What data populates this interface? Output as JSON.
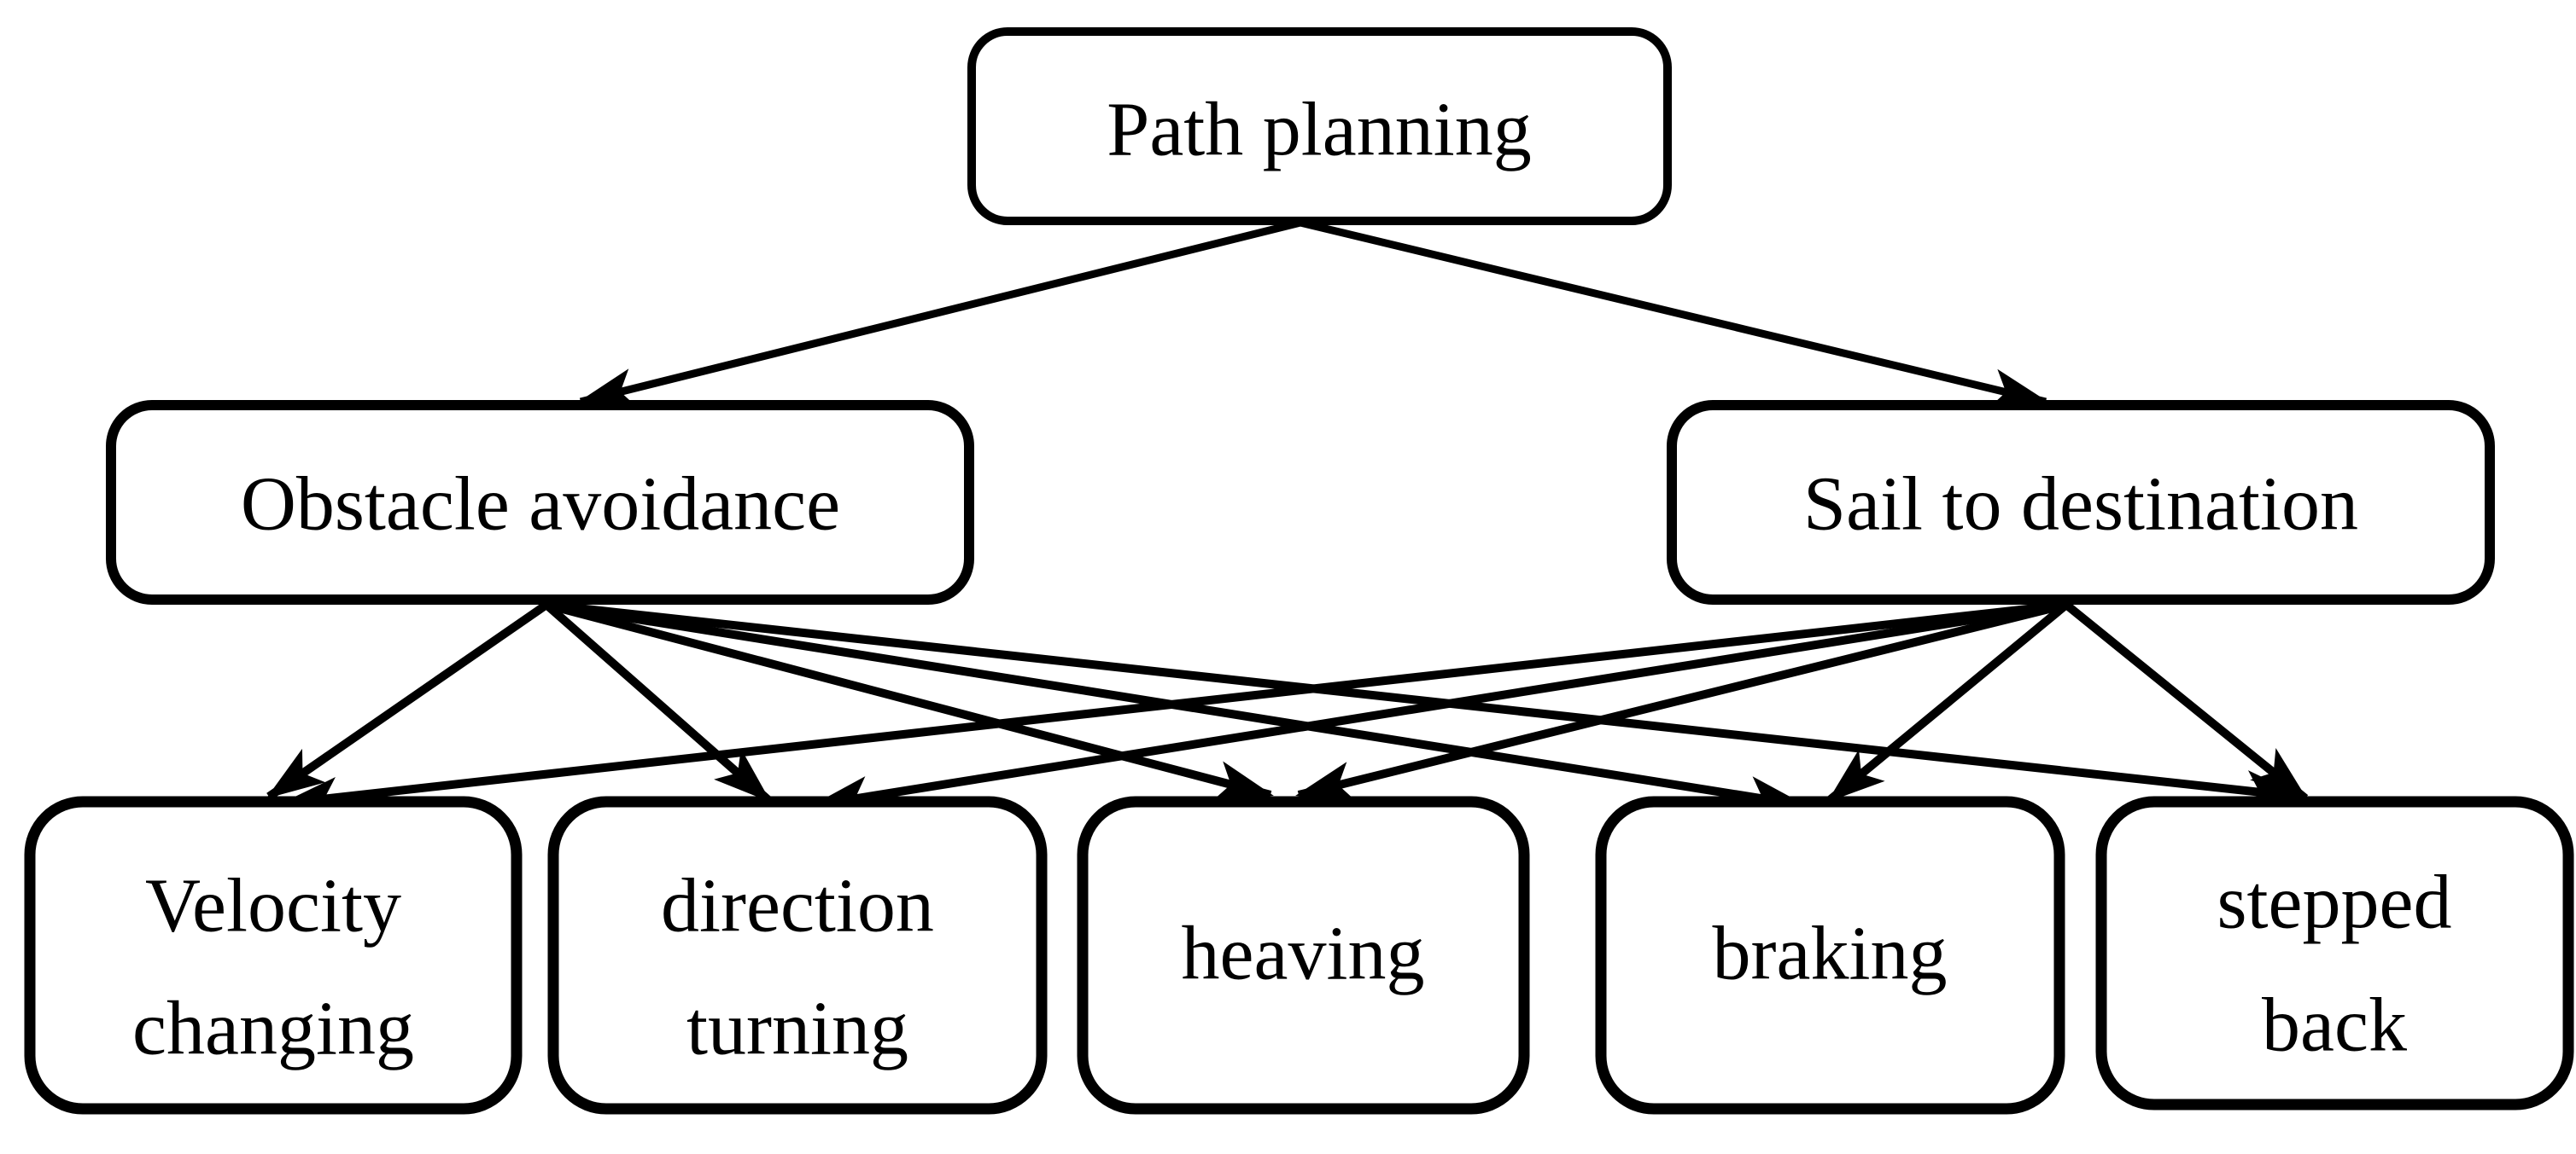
{
  "diagram": {
    "type": "flowchart",
    "colors": {
      "ink": "#000000",
      "background": "#ffffff"
    },
    "nodes": {
      "path_planning": {
        "label": "Path planning"
      },
      "obstacle_avoidance": {
        "label": "Obstacle avoidance"
      },
      "sail_to_destination": {
        "label": "Sail to destination"
      },
      "velocity_changing": {
        "line1": "Velocity",
        "line2": "changing"
      },
      "direction_turning": {
        "line1": "direction",
        "line2": "turning"
      },
      "heaving": {
        "label": "heaving"
      },
      "braking": {
        "label": "braking"
      },
      "stepped_back": {
        "line1": "stepped",
        "line2": "back"
      }
    },
    "edges": [
      {
        "from": "Path planning",
        "to": "Obstacle avoidance"
      },
      {
        "from": "Path planning",
        "to": "Sail to destination"
      },
      {
        "from": "Obstacle avoidance",
        "to": "Velocity changing"
      },
      {
        "from": "Obstacle avoidance",
        "to": "direction turning"
      },
      {
        "from": "Obstacle avoidance",
        "to": "heaving"
      },
      {
        "from": "Obstacle avoidance",
        "to": "braking"
      },
      {
        "from": "Obstacle avoidance",
        "to": "stepped back"
      },
      {
        "from": "Sail to destination",
        "to": "Velocity changing"
      },
      {
        "from": "Sail to destination",
        "to": "direction turning"
      },
      {
        "from": "Sail to destination",
        "to": "heaving"
      },
      {
        "from": "Sail to destination",
        "to": "braking"
      },
      {
        "from": "Sail to destination",
        "to": "stepped back"
      }
    ]
  }
}
